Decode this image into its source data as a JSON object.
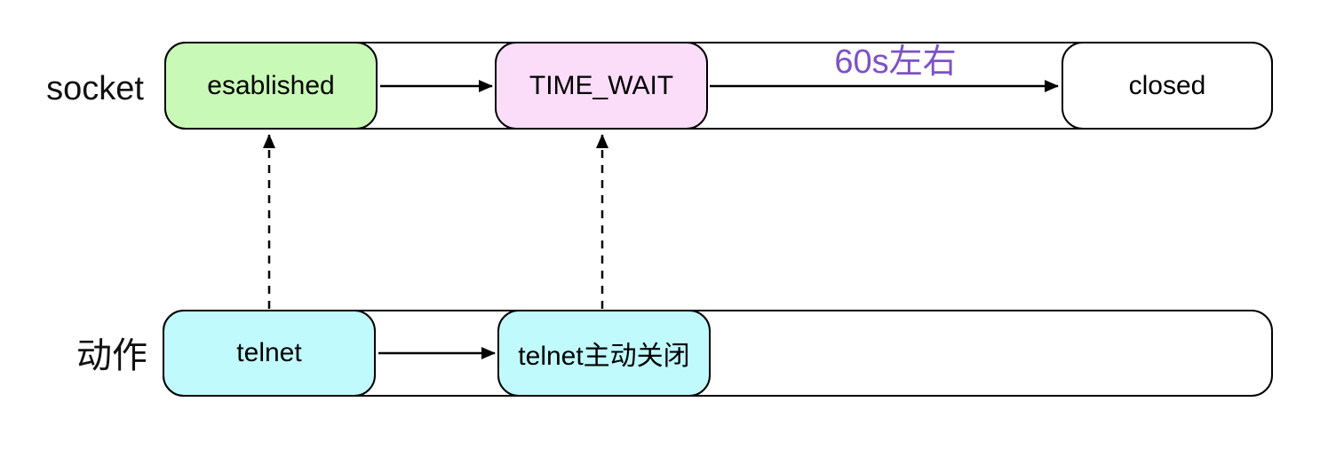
{
  "diagram": {
    "background_color": "#ffffff",
    "border_color": "#000000",
    "text_color": "#000000",
    "lanes": [
      {
        "id": "socket",
        "label": "socket",
        "boxes": [
          {
            "id": "esablished",
            "label": "esablished",
            "fill": "#c8f9b6"
          },
          {
            "id": "time-wait",
            "label": "TIME_WAIT",
            "fill": "#fbdcf9"
          },
          {
            "id": "closed",
            "label": "closed",
            "fill": "#ffffff"
          }
        ]
      },
      {
        "id": "action",
        "label": "动作",
        "boxes": [
          {
            "id": "telnet",
            "label": "telnet",
            "fill": "#c0fafc"
          },
          {
            "id": "telnet-close",
            "label": "telnet主动关闭",
            "fill": "#c0fafc"
          }
        ]
      }
    ],
    "arrows": [
      {
        "from": "esablished",
        "to": "time-wait",
        "style": "solid"
      },
      {
        "from": "time-wait",
        "to": "closed",
        "style": "solid",
        "label": "60s左右",
        "label_color": "#7d52c6"
      },
      {
        "from": "telnet",
        "to": "telnet-close",
        "style": "solid"
      },
      {
        "from": "telnet",
        "to": "esablished",
        "style": "dashed"
      },
      {
        "from": "telnet-close",
        "to": "time-wait",
        "style": "dashed"
      }
    ]
  }
}
